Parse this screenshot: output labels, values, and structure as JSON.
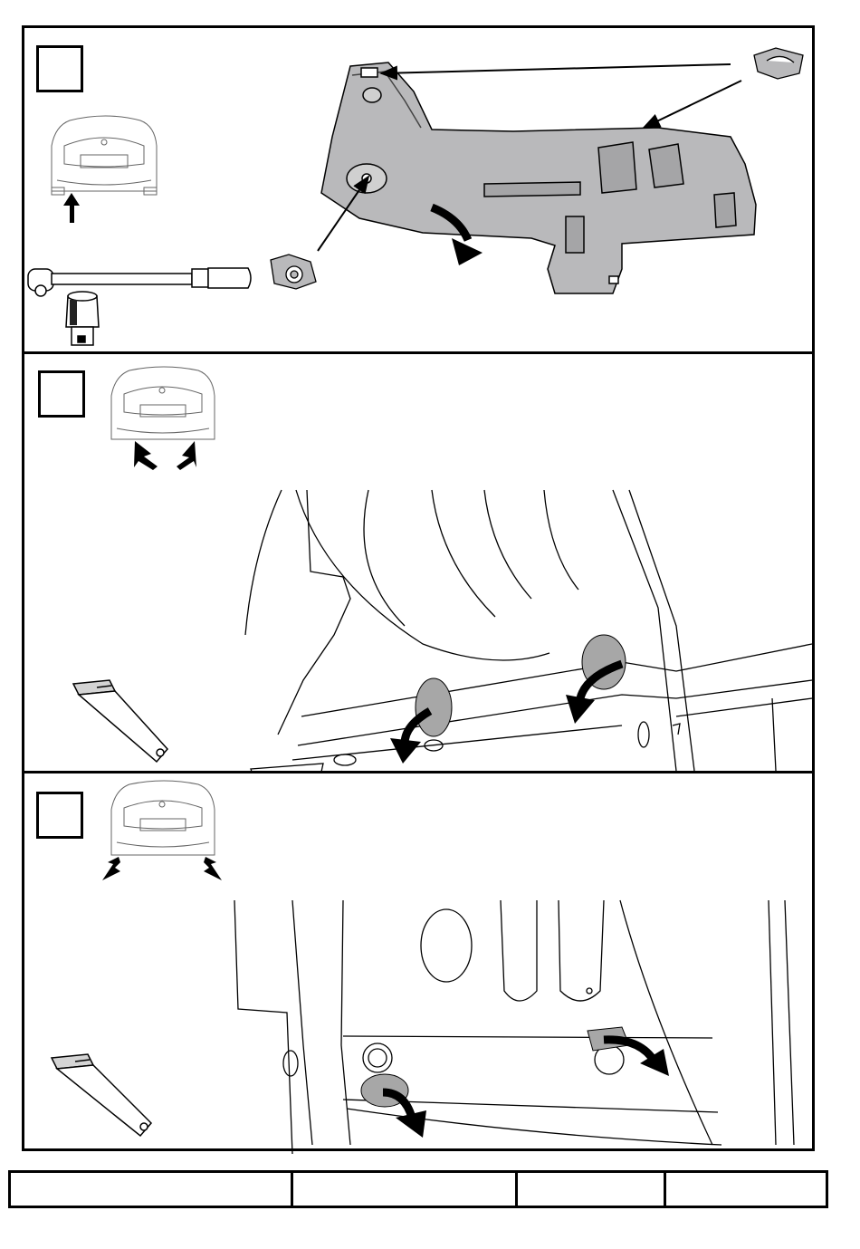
{
  "steps": [
    {
      "number": "",
      "car_view": "rear-view",
      "tools": [
        "ratchet-wrench-icon",
        "socket-icon"
      ],
      "fastener": "clip-nut-icon"
    },
    {
      "number": "",
      "car_view": "rear-view",
      "tools": [
        "flat-screwdriver-icon"
      ]
    },
    {
      "number": "",
      "car_view": "rear-view",
      "tools": [
        "flat-screwdriver-icon"
      ]
    }
  ],
  "footer": {
    "cells": [
      "",
      "",
      "",
      ""
    ]
  },
  "colors": {
    "line": "#000000",
    "part_fill": "#b9b9bb",
    "plug_fill": "#a7a7a7",
    "background": "#ffffff"
  }
}
